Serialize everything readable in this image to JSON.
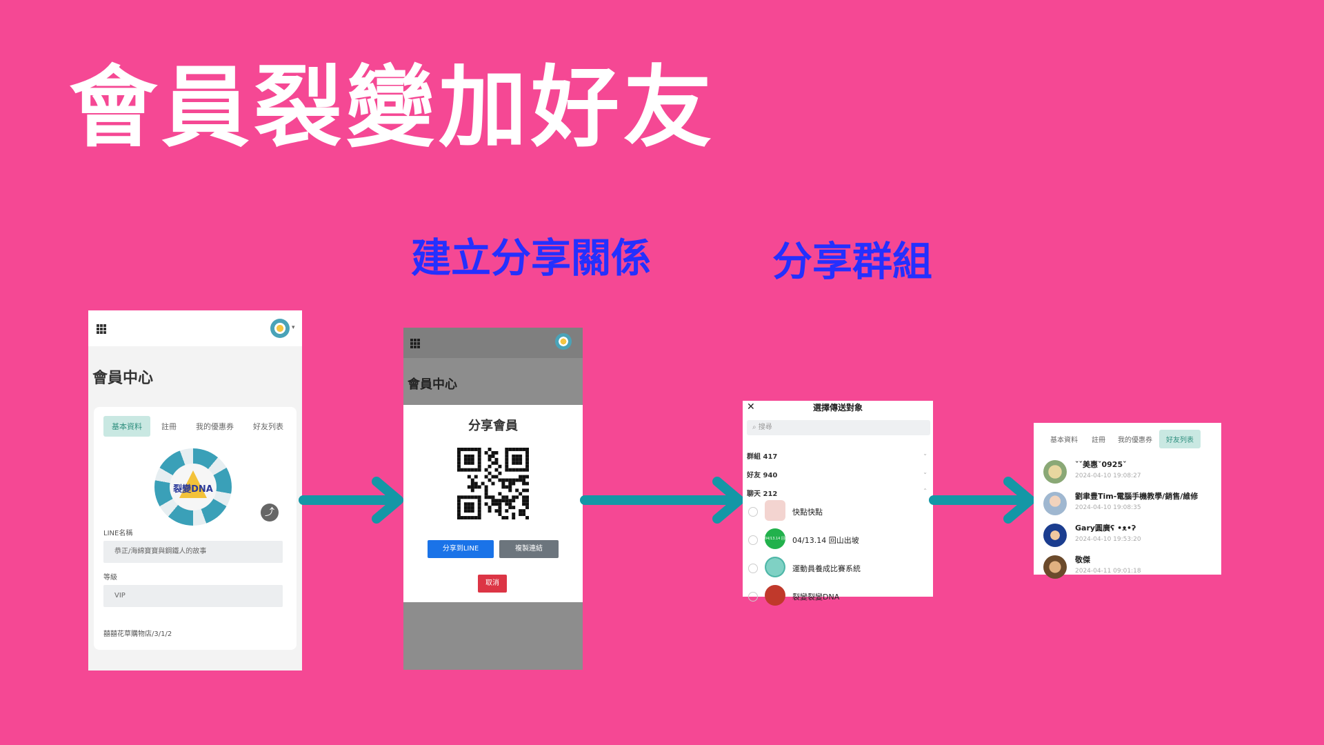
{
  "title": "會員裂變加好友",
  "step_labels": {
    "build_share": "建立分享關係",
    "share_group": "分享群組"
  },
  "colors": {
    "background": "#f54894",
    "step_label": "#2430ff",
    "arrow": "#1497a6"
  },
  "panel1": {
    "page_title": "會員中心",
    "tabs": [
      "基本資料",
      "註冊",
      "我的優惠券",
      "好友列表"
    ],
    "active_tab": "基本資料",
    "logo_text": "裂變DNA",
    "line_name_label": "LINE名稱",
    "line_name_value": "恭正/海綿寶寶與鋼鐵人的故事",
    "level_label": "等級",
    "level_value": "VIP",
    "address": "囍囍花草購物店/3/1/2"
  },
  "panel2": {
    "page_title": "會員中心",
    "modal_title": "分享會員",
    "share_line_button": "分享到LINE",
    "copy_link_button": "複製連結",
    "cancel_button": "取消"
  },
  "panel3": {
    "header": "選擇傳送對象",
    "search_placeholder": "搜尋",
    "sections": [
      "群組 417",
      "好友 940",
      "聊天 212"
    ],
    "chats": [
      "快點快點",
      "04/13.14 回山出坡",
      "運動員養成比賽系統",
      "裂變裂變DNA"
    ],
    "chat_avatar_text": "04/13.14 回山出坡"
  },
  "panel4": {
    "tabs": [
      "基本資料",
      "註冊",
      "我的優惠券",
      "好友列表"
    ],
    "active_tab": "好友列表",
    "friends": [
      {
        "name": "ˇˇ美惠ˇ0925ˇ",
        "date": "2024-04-10 19:08:27"
      },
      {
        "name": "劉聿豊Tim-電腦手機教學/銷售/維修",
        "date": "2024-04-10 19:08:35"
      },
      {
        "name": "Gary圓廣ʕ •ᴥ•ʔ",
        "date": "2024-04-10 19:53:20"
      },
      {
        "name": "敬傑",
        "date": "2024-04-11 09:01:18"
      }
    ]
  }
}
